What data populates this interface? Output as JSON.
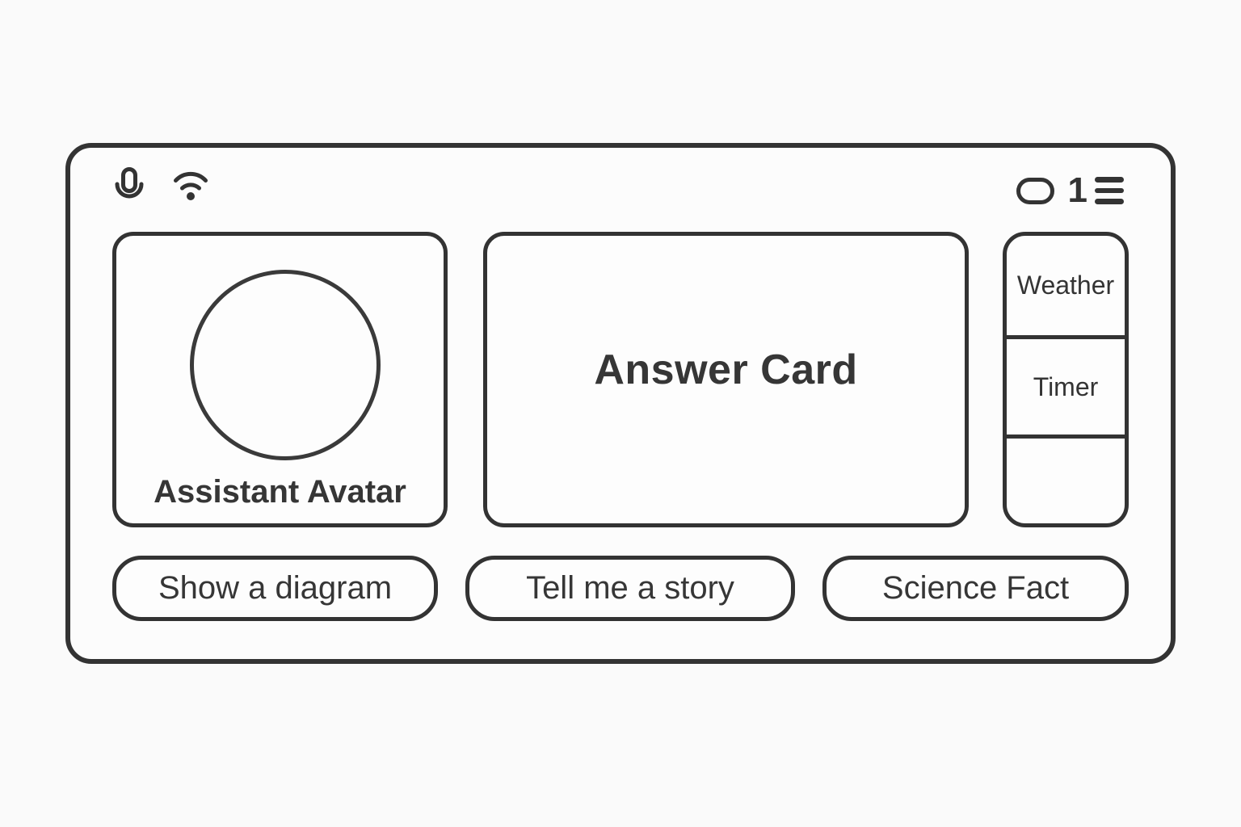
{
  "status_bar": {
    "left_icons": [
      "microphone",
      "wifi"
    ],
    "right_icons": [
      "battery",
      "list"
    ],
    "notification_count": "1"
  },
  "avatar_panel": {
    "label": "Assistant Avatar"
  },
  "answer_card": {
    "title": "Answer Card"
  },
  "widget_list": {
    "items": [
      {
        "label": "Weather"
      },
      {
        "label": "Timer"
      },
      {
        "label": ""
      }
    ]
  },
  "suggestions": {
    "buttons": [
      {
        "label": "Show a diagram"
      },
      {
        "label": "Tell me a story"
      },
      {
        "label": "Science Fact"
      }
    ]
  },
  "colors": {
    "stroke": "#333333",
    "text": "#363636",
    "background": "#fafafa"
  }
}
